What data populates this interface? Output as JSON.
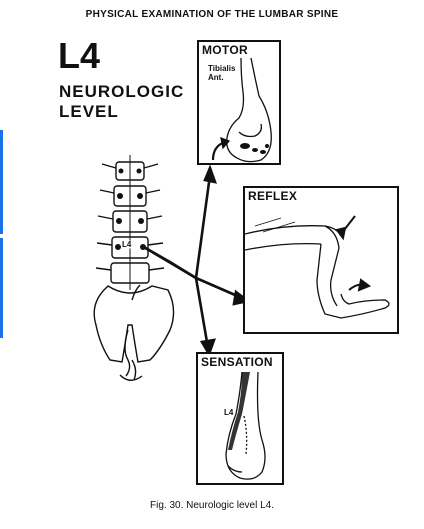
{
  "header": "PHYSICAL EXAMINATION OF THE LUMBAR SPINE",
  "title": {
    "main": "L4",
    "line1": "NEUROLOGIC",
    "line2": "LEVEL"
  },
  "spine": {
    "level_label": "L4"
  },
  "motor": {
    "title": "MOTOR",
    "muscle_line1": "Tibialis",
    "muscle_line2": "Ant."
  },
  "reflex": {
    "title": "REFLEX"
  },
  "sensation": {
    "title": "SENSATION",
    "dermatome_label": "L4"
  },
  "caption": "Fig. 30. Neurologic level L4.",
  "colors": {
    "ink": "#111111",
    "edge_marker": "#1a73e8"
  }
}
